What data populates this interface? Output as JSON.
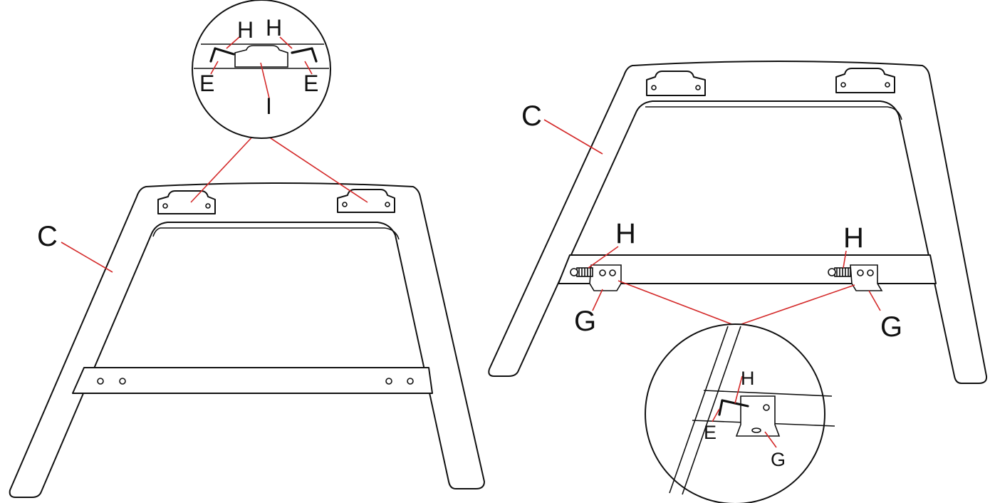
{
  "diagram": {
    "description_labels": {
      "left_frame_label": "C",
      "left_zoom_bolt_left": "H",
      "left_zoom_bolt_right": "H",
      "left_zoom_key_left": "E",
      "left_zoom_key_right": "E",
      "left_zoom_plate": "I",
      "right_frame_label": "C",
      "right_bolt_left": "H",
      "right_bolt_right": "H",
      "right_bracket_left": "G",
      "right_bracket_right": "G",
      "right_zoom_bolt": "H",
      "right_zoom_key": "E",
      "right_zoom_bracket": "G"
    },
    "colors": {
      "line": "#111111",
      "leader": "#d42a2a",
      "background": "#ffffff"
    }
  }
}
